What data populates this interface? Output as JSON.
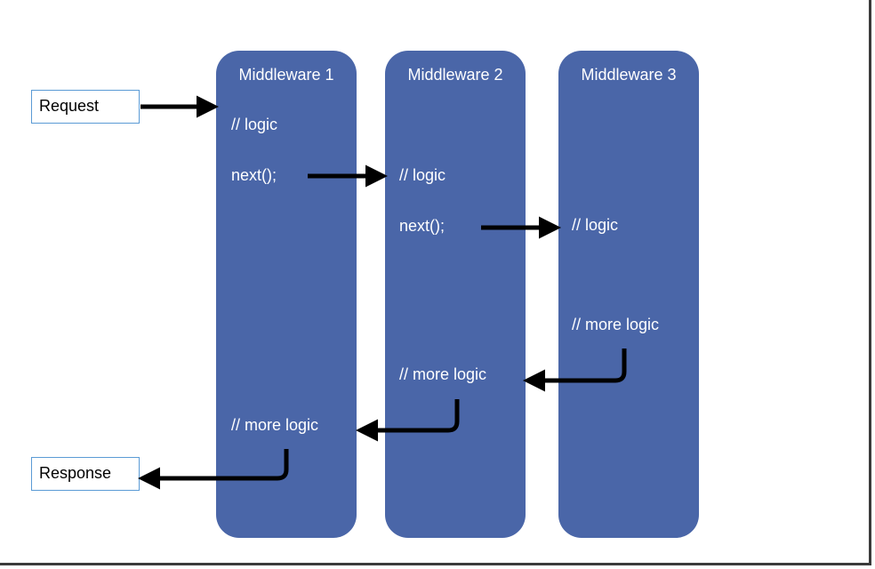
{
  "request_label": "Request",
  "response_label": "Response",
  "middlewares": [
    {
      "title": "Middleware 1",
      "logic": "// logic",
      "next": "next();",
      "more_logic": "// more logic"
    },
    {
      "title": "Middleware 2",
      "logic": "// logic",
      "next": "next();",
      "more_logic": "// more logic"
    },
    {
      "title": "Middleware 3",
      "logic": "// logic",
      "more_logic": "// more logic"
    }
  ],
  "colors": {
    "middleware_fill": "#4a66a8",
    "box_border": "#5b9bd5",
    "arrow": "#000000",
    "text_on_fill": "#ffffff"
  }
}
